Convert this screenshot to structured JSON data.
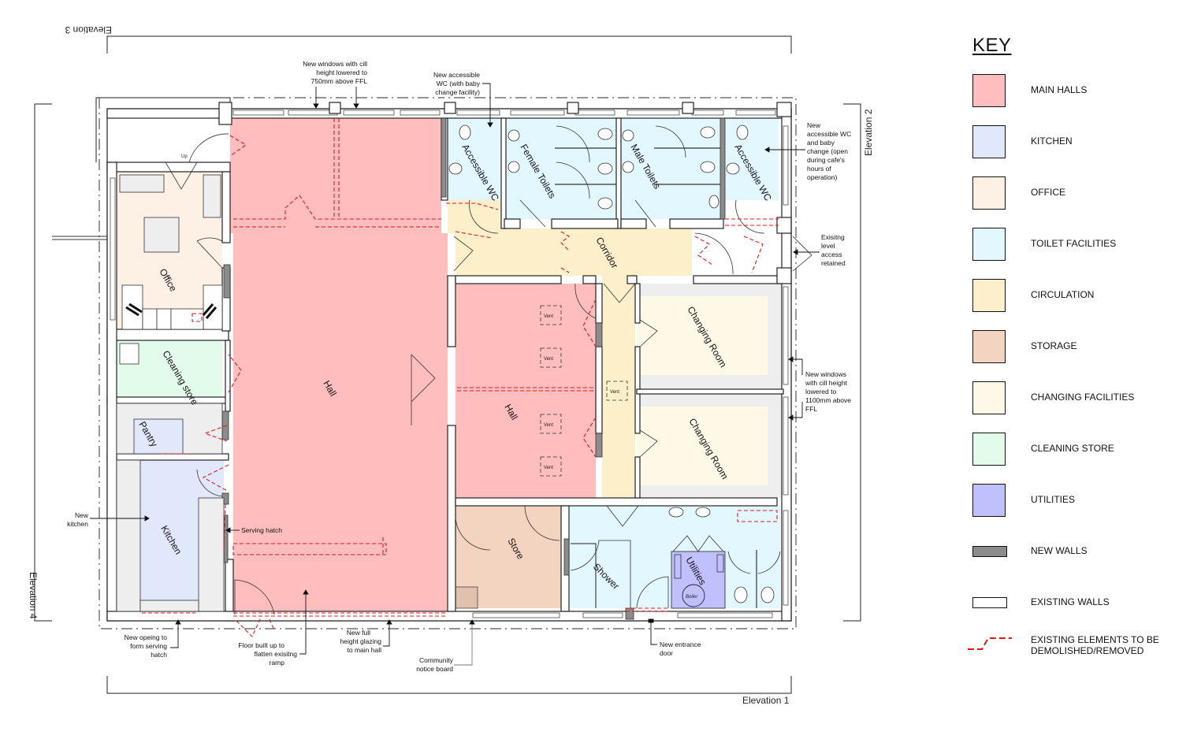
{
  "key": {
    "title": "KEY",
    "items": [
      {
        "label": "MAIN HALLS",
        "color": "#ffbdbd",
        "kind": "swatch"
      },
      {
        "label": "KITCHEN",
        "color": "#e2e8fc",
        "kind": "swatch"
      },
      {
        "label": "OFFICE",
        "color": "#fdf0e4",
        "kind": "swatch"
      },
      {
        "label": "TOILET FACILITIES",
        "color": "#e2f7fe",
        "kind": "swatch"
      },
      {
        "label": "CIRCULATION",
        "color": "#fdefc9",
        "kind": "swatch"
      },
      {
        "label": "STORAGE",
        "color": "#f2d4c0",
        "kind": "swatch"
      },
      {
        "label": "CHANGING FACILITIES",
        "color": "#fef8e6",
        "kind": "swatch"
      },
      {
        "label": "CLEANING STORE",
        "color": "#e2fbea",
        "kind": "swatch"
      },
      {
        "label": "UTILITIES",
        "color": "#c0c0fe",
        "kind": "swatch"
      },
      {
        "label": "NEW WALLS",
        "color": "#8c8c8c",
        "kind": "bar"
      },
      {
        "label": "EXISTING WALLS",
        "color": "#ffffff",
        "kind": "bar"
      },
      {
        "label": "EXISTING ELEMENTS TO BE DEMOLISHED/REMOVED",
        "color": "#e01b1b",
        "kind": "dashed"
      }
    ]
  },
  "elevations": {
    "top": "Elevation 3",
    "right": "Elevation 2",
    "bottom": "Elevation 1",
    "left": "Elevation 4"
  },
  "rooms": {
    "hall_main": "Hall",
    "hall_secondary": "Hall",
    "office": "Office",
    "cleaning_store": "Cleaning store",
    "pantry": "Pantry",
    "kitchen": "Kitchen",
    "accessible_wc_left": "Accessible WC",
    "female_toilets": "Female Toilets",
    "male_toilets": "Male Toilets",
    "accessible_wc_right": "Accessible WC",
    "corridor": "Corridor",
    "changing_room_1": "Changing Room",
    "changing_room_2": "Changing Room",
    "store": "Store",
    "shower": "Shower",
    "utilities": "Utilities",
    "boiler": "Boiler"
  },
  "vents": [
    "Vent",
    "Vent",
    "Vent",
    "Vent",
    "Vent"
  ],
  "annotations": {
    "windows_750": [
      "New windows with cill",
      "height lowered to",
      "750mm above FFL"
    ],
    "accessible_wc_baby": [
      "New accessible",
      "WC (with baby",
      "change facility)"
    ],
    "accessible_wc_cafe": [
      "New",
      "accessible WC",
      "and baby",
      "change (open",
      "during cafe's",
      "hours of",
      "operation)"
    ],
    "level_access": [
      "Exisitng",
      "level",
      "access",
      "retained"
    ],
    "windows_1100": [
      "New windows",
      "with cill height",
      "lowered to",
      "1100mm above",
      "FFL"
    ],
    "new_kitchen": [
      "New",
      "kitchen"
    ],
    "serving_hatch": "Serving hatch",
    "new_opening": [
      "New opeing to",
      "form serving",
      "hatch"
    ],
    "floor_built_up": [
      "Floor built up to",
      "flatten exisitng",
      "ramp"
    ],
    "full_height_glazing": [
      "New full",
      "height glazing",
      "to main hall"
    ],
    "notice_board": [
      "Community",
      "notice board"
    ],
    "entrance_door": [
      "New entrance",
      "door"
    ],
    "up_label": "Up"
  }
}
